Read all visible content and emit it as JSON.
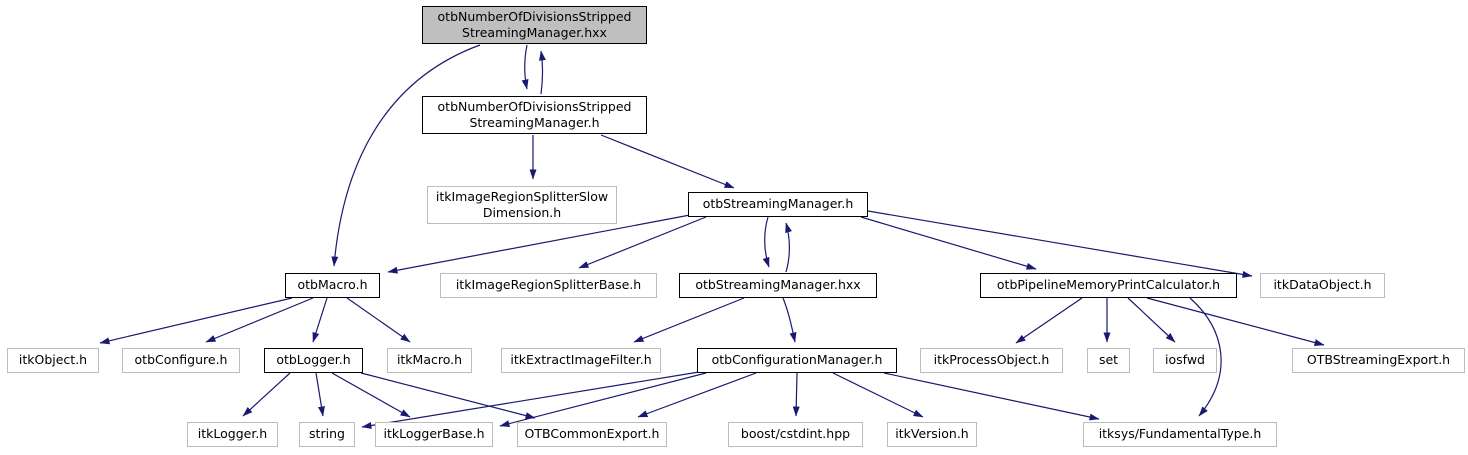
{
  "graph": {
    "nodes": [
      {
        "id": "hxx",
        "label": "otbNumberOfDivisionsStripped\nStreamingManager.hxx",
        "type": "current"
      },
      {
        "id": "h",
        "label": "otbNumberOfDivisionsStripped\nStreamingManager.h",
        "type": "linked"
      },
      {
        "id": "splitterslow",
        "label": "itkImageRegionSplitterSlow\nDimension.h",
        "type": "leaf"
      },
      {
        "id": "streamman_h",
        "label": "otbStreamingManager.h",
        "type": "linked"
      },
      {
        "id": "otbmacro",
        "label": "otbMacro.h",
        "type": "linked"
      },
      {
        "id": "splitterbase",
        "label": "itkImageRegionSplitterBase.h",
        "type": "leaf"
      },
      {
        "id": "streamman_hxx",
        "label": "otbStreamingManager.hxx",
        "type": "linked"
      },
      {
        "id": "calc",
        "label": "otbPipelineMemoryPrintCalculator.h",
        "type": "linked"
      },
      {
        "id": "itkdataobject",
        "label": "itkDataObject.h",
        "type": "leaf"
      },
      {
        "id": "itkobject",
        "label": "itkObject.h",
        "type": "leaf"
      },
      {
        "id": "otbconfigure",
        "label": "otbConfigure.h",
        "type": "leaf"
      },
      {
        "id": "otblogger",
        "label": "otbLogger.h",
        "type": "linked"
      },
      {
        "id": "itkmacro",
        "label": "itkMacro.h",
        "type": "leaf"
      },
      {
        "id": "itkextract",
        "label": "itkExtractImageFilter.h",
        "type": "leaf"
      },
      {
        "id": "config",
        "label": "otbConfigurationManager.h",
        "type": "linked"
      },
      {
        "id": "itkprocess",
        "label": "itkProcessObject.h",
        "type": "leaf"
      },
      {
        "id": "set",
        "label": "set",
        "type": "leaf"
      },
      {
        "id": "iosfwd",
        "label": "iosfwd",
        "type": "leaf"
      },
      {
        "id": "otbstreamexport",
        "label": "OTBStreamingExport.h",
        "type": "leaf"
      },
      {
        "id": "itklogger",
        "label": "itkLogger.h",
        "type": "leaf"
      },
      {
        "id": "string",
        "label": "string",
        "type": "leaf"
      },
      {
        "id": "itkloggerbase",
        "label": "itkLoggerBase.h",
        "type": "leaf"
      },
      {
        "id": "otbcommonexport",
        "label": "OTBCommonExport.h",
        "type": "leaf"
      },
      {
        "id": "boost",
        "label": "boost/cstdint.hpp",
        "type": "leaf"
      },
      {
        "id": "itkversion",
        "label": "itkVersion.h",
        "type": "leaf"
      },
      {
        "id": "itksys",
        "label": "itksys/FundamentalType.h",
        "type": "leaf"
      }
    ],
    "edges": [
      {
        "from": "hxx",
        "to": "h"
      },
      {
        "from": "h",
        "to": "hxx"
      },
      {
        "from": "hxx",
        "to": "otbmacro"
      },
      {
        "from": "h",
        "to": "splitterslow"
      },
      {
        "from": "h",
        "to": "streamman_h"
      },
      {
        "from": "streamman_h",
        "to": "otbmacro"
      },
      {
        "from": "streamman_h",
        "to": "splitterbase"
      },
      {
        "from": "streamman_h",
        "to": "streamman_hxx"
      },
      {
        "from": "streamman_hxx",
        "to": "streamman_h"
      },
      {
        "from": "streamman_h",
        "to": "calc"
      },
      {
        "from": "streamman_h",
        "to": "itkdataobject"
      },
      {
        "from": "streamman_hxx",
        "to": "itkextract"
      },
      {
        "from": "streamman_hxx",
        "to": "config"
      },
      {
        "from": "otbmacro",
        "to": "itkobject"
      },
      {
        "from": "otbmacro",
        "to": "otbconfigure"
      },
      {
        "from": "otbmacro",
        "to": "otblogger"
      },
      {
        "from": "otbmacro",
        "to": "itkmacro"
      },
      {
        "from": "otblogger",
        "to": "itklogger"
      },
      {
        "from": "otblogger",
        "to": "string"
      },
      {
        "from": "otblogger",
        "to": "itkloggerbase"
      },
      {
        "from": "otblogger",
        "to": "otbcommonexport"
      },
      {
        "from": "config",
        "to": "string"
      },
      {
        "from": "config",
        "to": "itkloggerbase"
      },
      {
        "from": "config",
        "to": "otbcommonexport"
      },
      {
        "from": "config",
        "to": "boost"
      },
      {
        "from": "config",
        "to": "itkversion"
      },
      {
        "from": "config",
        "to": "itksys"
      },
      {
        "from": "calc",
        "to": "itkprocess"
      },
      {
        "from": "calc",
        "to": "set"
      },
      {
        "from": "calc",
        "to": "iosfwd"
      },
      {
        "from": "calc",
        "to": "otbstreamexport"
      },
      {
        "from": "calc",
        "to": "itksys"
      }
    ]
  },
  "colors": {
    "background": "#ffffff",
    "edge": "#191970",
    "text": "#000000",
    "current_node_fill": "#bfbfbf",
    "node_fill": "#ffffff",
    "linked_node_border": "#000000",
    "leaf_node_border": "#bcbcbc"
  }
}
